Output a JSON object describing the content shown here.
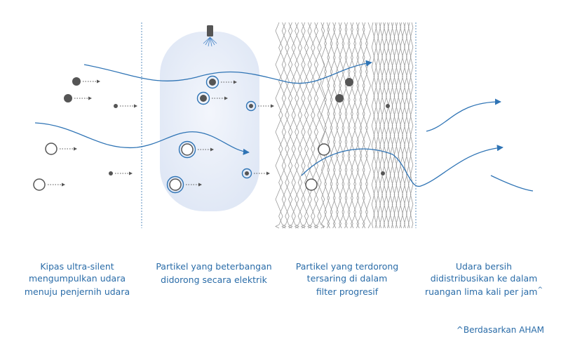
{
  "captions": [
    {
      "text": "Kipas ultra-silent\nmengumpulkan udara\nmenuju penjernih udara",
      "mark": ""
    },
    {
      "text": "Partikel yang beterbangan\ndidorong secara elektrik",
      "mark": ""
    },
    {
      "text": "Partikel yang terdorong\ntersaring di dalam\nfilter progresif",
      "mark": ""
    },
    {
      "text": "Udara bersih\ndidistribusikan ke dalam\nruangan lima kali per jam",
      "mark": "^"
    }
  ],
  "footnote": "^Berdasarkan AHAM",
  "colors": {
    "accent": "#2a6ca8",
    "airflow": "#2f74b5",
    "chamber": "#e8eef8",
    "particle": "#555555",
    "filter_line": "#9a9a9a",
    "divider": "#5b8fbf"
  },
  "icons": {
    "emitter": "ionizer-emitter-icon",
    "particle": "particle-icon",
    "charged_particle": "charged-particle-icon",
    "arrow": "airflow-arrow-icon"
  }
}
